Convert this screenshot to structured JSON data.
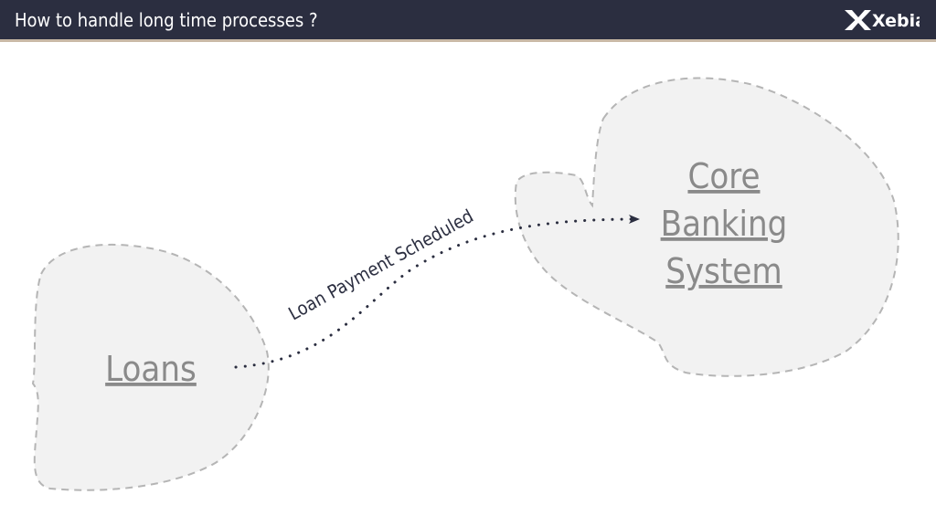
{
  "slide": {
    "title": "How to handle long time processes ?",
    "brand": "Xebia"
  },
  "colors": {
    "header_bg": "#2b2e40",
    "header_accent": "#c9b9a6",
    "blob_fill": "#f2f2f2",
    "blob_stroke": "#b5b5b5",
    "label_text": "#8a8a8a",
    "arrow": "#2b2e40"
  },
  "diagram": {
    "nodes": [
      {
        "id": "loans",
        "label": "Loans"
      },
      {
        "id": "core",
        "label_lines": [
          "Core",
          "Banking",
          "System"
        ]
      }
    ],
    "edge": {
      "from": "loans",
      "to": "core",
      "label": "Loan Payment Scheduled",
      "style": "dotted-arrow"
    }
  }
}
